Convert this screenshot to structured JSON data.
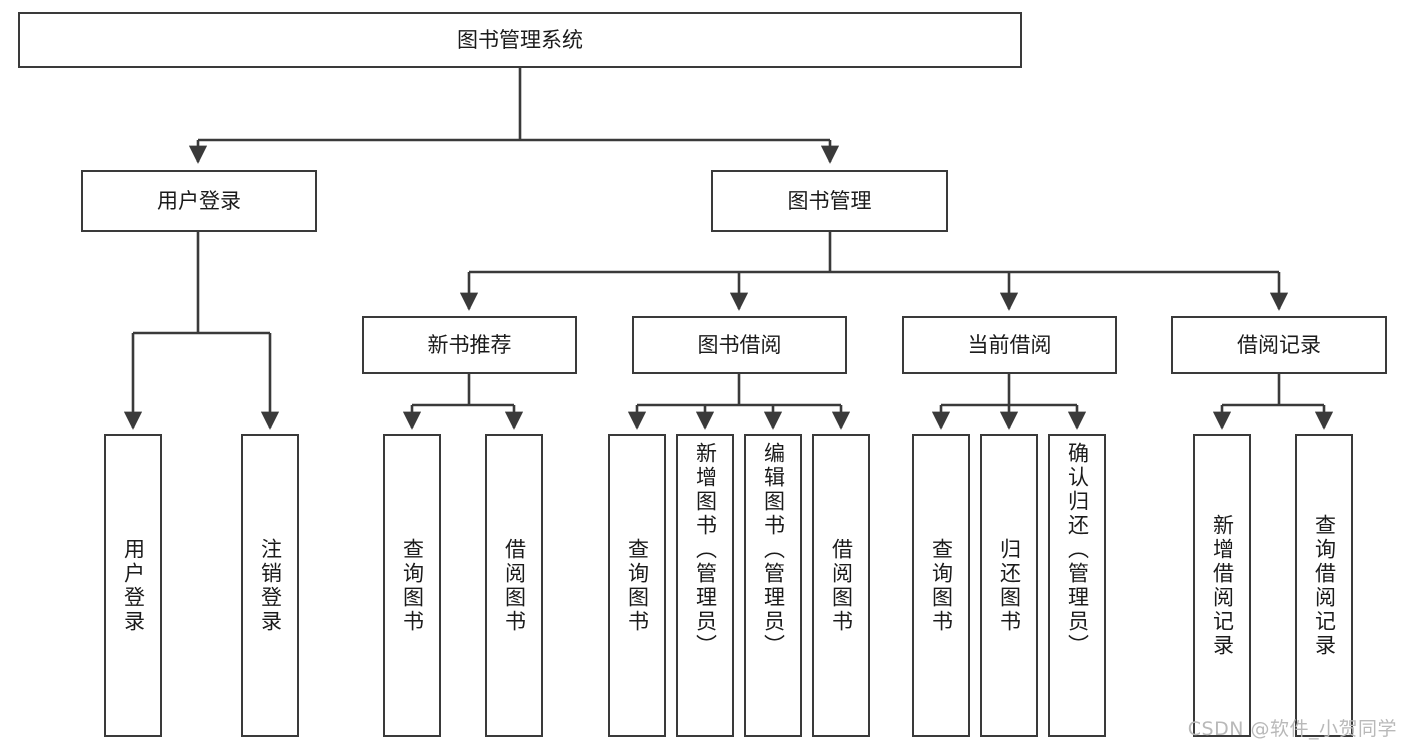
{
  "diagram": {
    "title": "图书管理系统",
    "type": "tree-hierarchy-chart",
    "watermark": "CSDN @软件_小贺同学",
    "colors": {
      "stroke": "#3a3a3a",
      "fill": "#ffffff",
      "text": "#1b1b1b",
      "watermark": "#b9b9b9"
    },
    "levels": {
      "root": {
        "label": "图书管理系统"
      },
      "level2": [
        {
          "id": "user-login",
          "label": "用户登录"
        },
        {
          "id": "book-management",
          "label": "图书管理"
        }
      ],
      "level3": [
        {
          "id": "new-book-recommend",
          "label": "新书推荐"
        },
        {
          "id": "book-borrow",
          "label": "图书借阅"
        },
        {
          "id": "current-borrow",
          "label": "当前借阅"
        },
        {
          "id": "borrow-record",
          "label": "借阅记录"
        }
      ],
      "leaves": {
        "user_login": [
          {
            "id": "leaf-user-login",
            "label": "用户登录"
          },
          {
            "id": "leaf-logout",
            "label": "注销登录"
          }
        ],
        "new_book_recommend": [
          {
            "id": "leaf-query-book-1",
            "label": "查询图书"
          },
          {
            "id": "leaf-borrow-book-1",
            "label": "借阅图书"
          }
        ],
        "book_borrow": [
          {
            "id": "leaf-query-book-2",
            "label": "查询图书"
          },
          {
            "id": "leaf-add-book",
            "label": "新增图书（管理员）"
          },
          {
            "id": "leaf-edit-book",
            "label": "编辑图书（管理员）"
          },
          {
            "id": "leaf-borrow-book-2",
            "label": "借阅图书"
          }
        ],
        "current_borrow": [
          {
            "id": "leaf-query-book-3",
            "label": "查询图书"
          },
          {
            "id": "leaf-return-book",
            "label": "归还图书"
          },
          {
            "id": "leaf-confirm-return",
            "label": "确认归还（管理员）"
          }
        ],
        "borrow_record": [
          {
            "id": "leaf-add-record",
            "label": "新增借阅记录"
          },
          {
            "id": "leaf-query-record",
            "label": "查询借阅记录"
          }
        ]
      }
    }
  }
}
